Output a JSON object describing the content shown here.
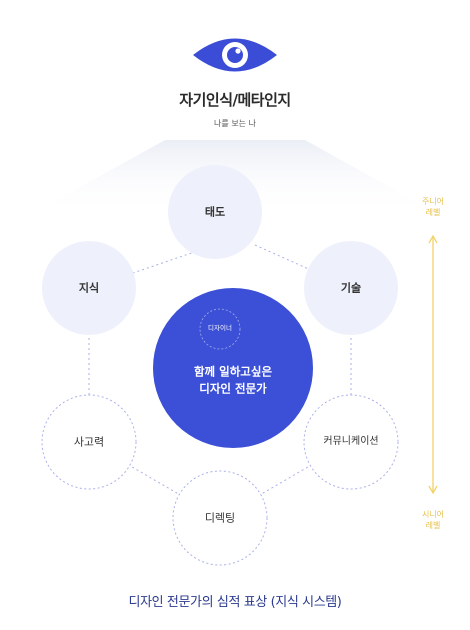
{
  "header": {
    "icon": "eye-icon",
    "title": "자기인식/메타인지",
    "subtitle": "나를 보는 나"
  },
  "center": {
    "inner_label": "디자이너",
    "line1": "함께 일하고싶은",
    "line2": "디자인 전문가"
  },
  "nodes": {
    "attitude": "태도",
    "knowledge": "지식",
    "skill": "기술",
    "thinking": "사고력",
    "communication": "커뮤니케이션",
    "directing": "디렉팅"
  },
  "scale": {
    "junior_line1": "주니어",
    "junior_line2": "레벨",
    "senior_line1": "시니어",
    "senior_line2": "레벨"
  },
  "caption": "디자인 전문가의 심적 표상 (지식 시스템)",
  "colors": {
    "eye": "#3b4dd6",
    "center": "#3b50d6",
    "node_fill": "#eef1fb",
    "dotted": "#a9b1ea",
    "scale": "#f2d36a",
    "caption": "#2b3a8f"
  }
}
